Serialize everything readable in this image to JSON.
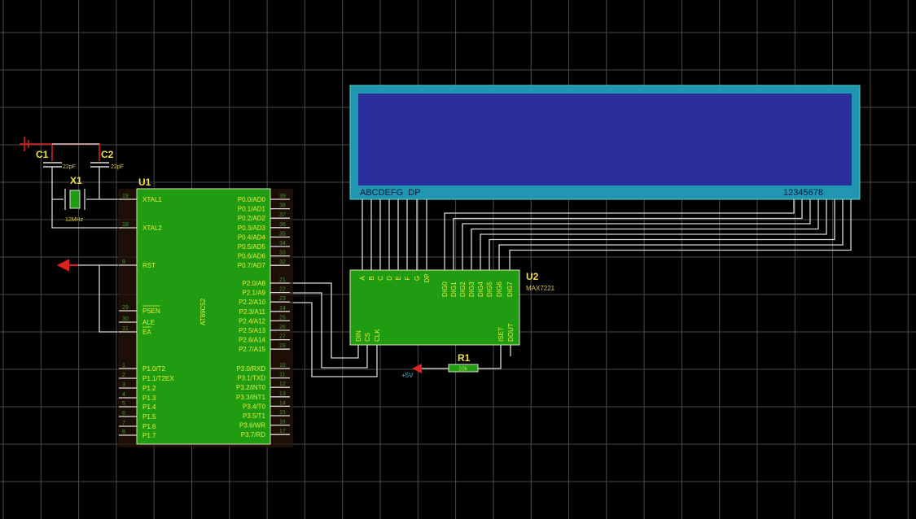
{
  "u1": {
    "ref": "U1",
    "part": "AT89C52",
    "left_pins": [
      {
        "name": "XTAL1",
        "num": "19"
      },
      {
        "name": "XTAL2",
        "num": "18"
      },
      {
        "name": "RST",
        "num": "9"
      },
      {
        "name": "PSEN",
        "num": "29"
      },
      {
        "name": "ALE",
        "num": "30"
      },
      {
        "name": "EA",
        "num": "31"
      },
      {
        "name": "P1.0/T2",
        "num": "1"
      },
      {
        "name": "P1.1/T2EX",
        "num": "2"
      },
      {
        "name": "P1.2",
        "num": "3"
      },
      {
        "name": "P1.3",
        "num": "4"
      },
      {
        "name": "P1.4",
        "num": "5"
      },
      {
        "name": "P1.5",
        "num": "6"
      },
      {
        "name": "P1.6",
        "num": "7"
      },
      {
        "name": "P1.7",
        "num": "8"
      }
    ],
    "right_pins": [
      {
        "name": "P0.0/AD0",
        "num": "39"
      },
      {
        "name": "P0.1/AD1",
        "num": "38"
      },
      {
        "name": "P0.2/AD2",
        "num": "37"
      },
      {
        "name": "P0.3/AD3",
        "num": "36"
      },
      {
        "name": "P0.4/AD4",
        "num": "35"
      },
      {
        "name": "P0.5/AD5",
        "num": "34"
      },
      {
        "name": "P0.6/AD6",
        "num": "33"
      },
      {
        "name": "P0.7/AD7",
        "num": "32"
      },
      {
        "name": "P2.0/A8",
        "num": "21"
      },
      {
        "name": "P2.1/A9",
        "num": "22"
      },
      {
        "name": "P2.2/A10",
        "num": "23"
      },
      {
        "name": "P2.3/A11",
        "num": "24"
      },
      {
        "name": "P2.4/A12",
        "num": "25"
      },
      {
        "name": "P2.5/A13",
        "num": "26"
      },
      {
        "name": "P2.6/A14",
        "num": "27"
      },
      {
        "name": "P2.7/A15",
        "num": "28"
      },
      {
        "name": "P3.0/RXD",
        "num": "10"
      },
      {
        "name": "P3.1/TXD",
        "num": "11"
      },
      {
        "name": "P3.2/INT0",
        "num": "12"
      },
      {
        "name": "P3.3/INT1",
        "num": "13"
      },
      {
        "name": "P3.4/T0",
        "num": "14"
      },
      {
        "name": "P3.5/T1",
        "num": "15"
      },
      {
        "name": "P3.6/WR",
        "num": "16"
      },
      {
        "name": "P3.7/RD",
        "num": "17"
      }
    ]
  },
  "u2": {
    "ref": "U2",
    "part": "MAX7221",
    "top_pins": [
      "A",
      "B",
      "C",
      "D",
      "E",
      "F",
      "G",
      "DP",
      "DIG0",
      "DIG1",
      "DIG2",
      "DIG3",
      "DIG4",
      "DIG5",
      "DIG6",
      "DIG7"
    ],
    "bottom_pins": [
      "DIN",
      "CS",
      "CLK",
      "ISET",
      "DOUT"
    ]
  },
  "c1": {
    "ref": "C1",
    "value": "22pF"
  },
  "c2": {
    "ref": "C2",
    "value": "22pF"
  },
  "x1": {
    "ref": "X1",
    "value": "12MHz"
  },
  "r1": {
    "ref": "R1",
    "value": "10k"
  },
  "power": {
    "label": "+5V"
  },
  "display": {
    "segments_label": "ABCDEFG  DP",
    "digits_label": "12345678"
  },
  "colors": {
    "chip": "#1f9c12",
    "display_frame": "#2196b0",
    "display_face": "#2a2f9c",
    "wire": "#d8d8d8",
    "terminal": "#e02020"
  }
}
